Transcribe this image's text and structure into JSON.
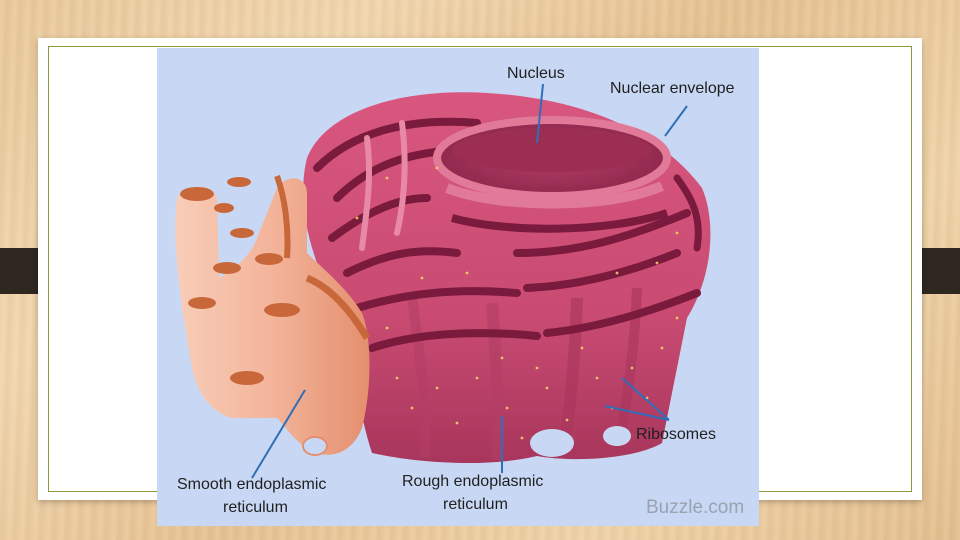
{
  "labels": {
    "nucleus": "Nucleus",
    "nuclear_envelope": "Nuclear envelope",
    "ribosomes": "Ribosomes",
    "smooth_er_line1": "Smooth endoplasmic",
    "smooth_er_line2": "reticulum",
    "rough_er_line1": "Rough endoplasmic",
    "rough_er_line2": "reticulum"
  },
  "watermark": "Buzzle.com",
  "colors": {
    "figure_background": "#c8d8f4",
    "rough_er": "#c94b72",
    "rough_er_dark": "#7a1a3c",
    "smooth_er": "#f3b49a",
    "smooth_er_inner": "#c8683a",
    "ribosome_dots": "#f6d66a",
    "leader_lines": "#2f6fb8",
    "frame_line": "#8a9a3a"
  }
}
